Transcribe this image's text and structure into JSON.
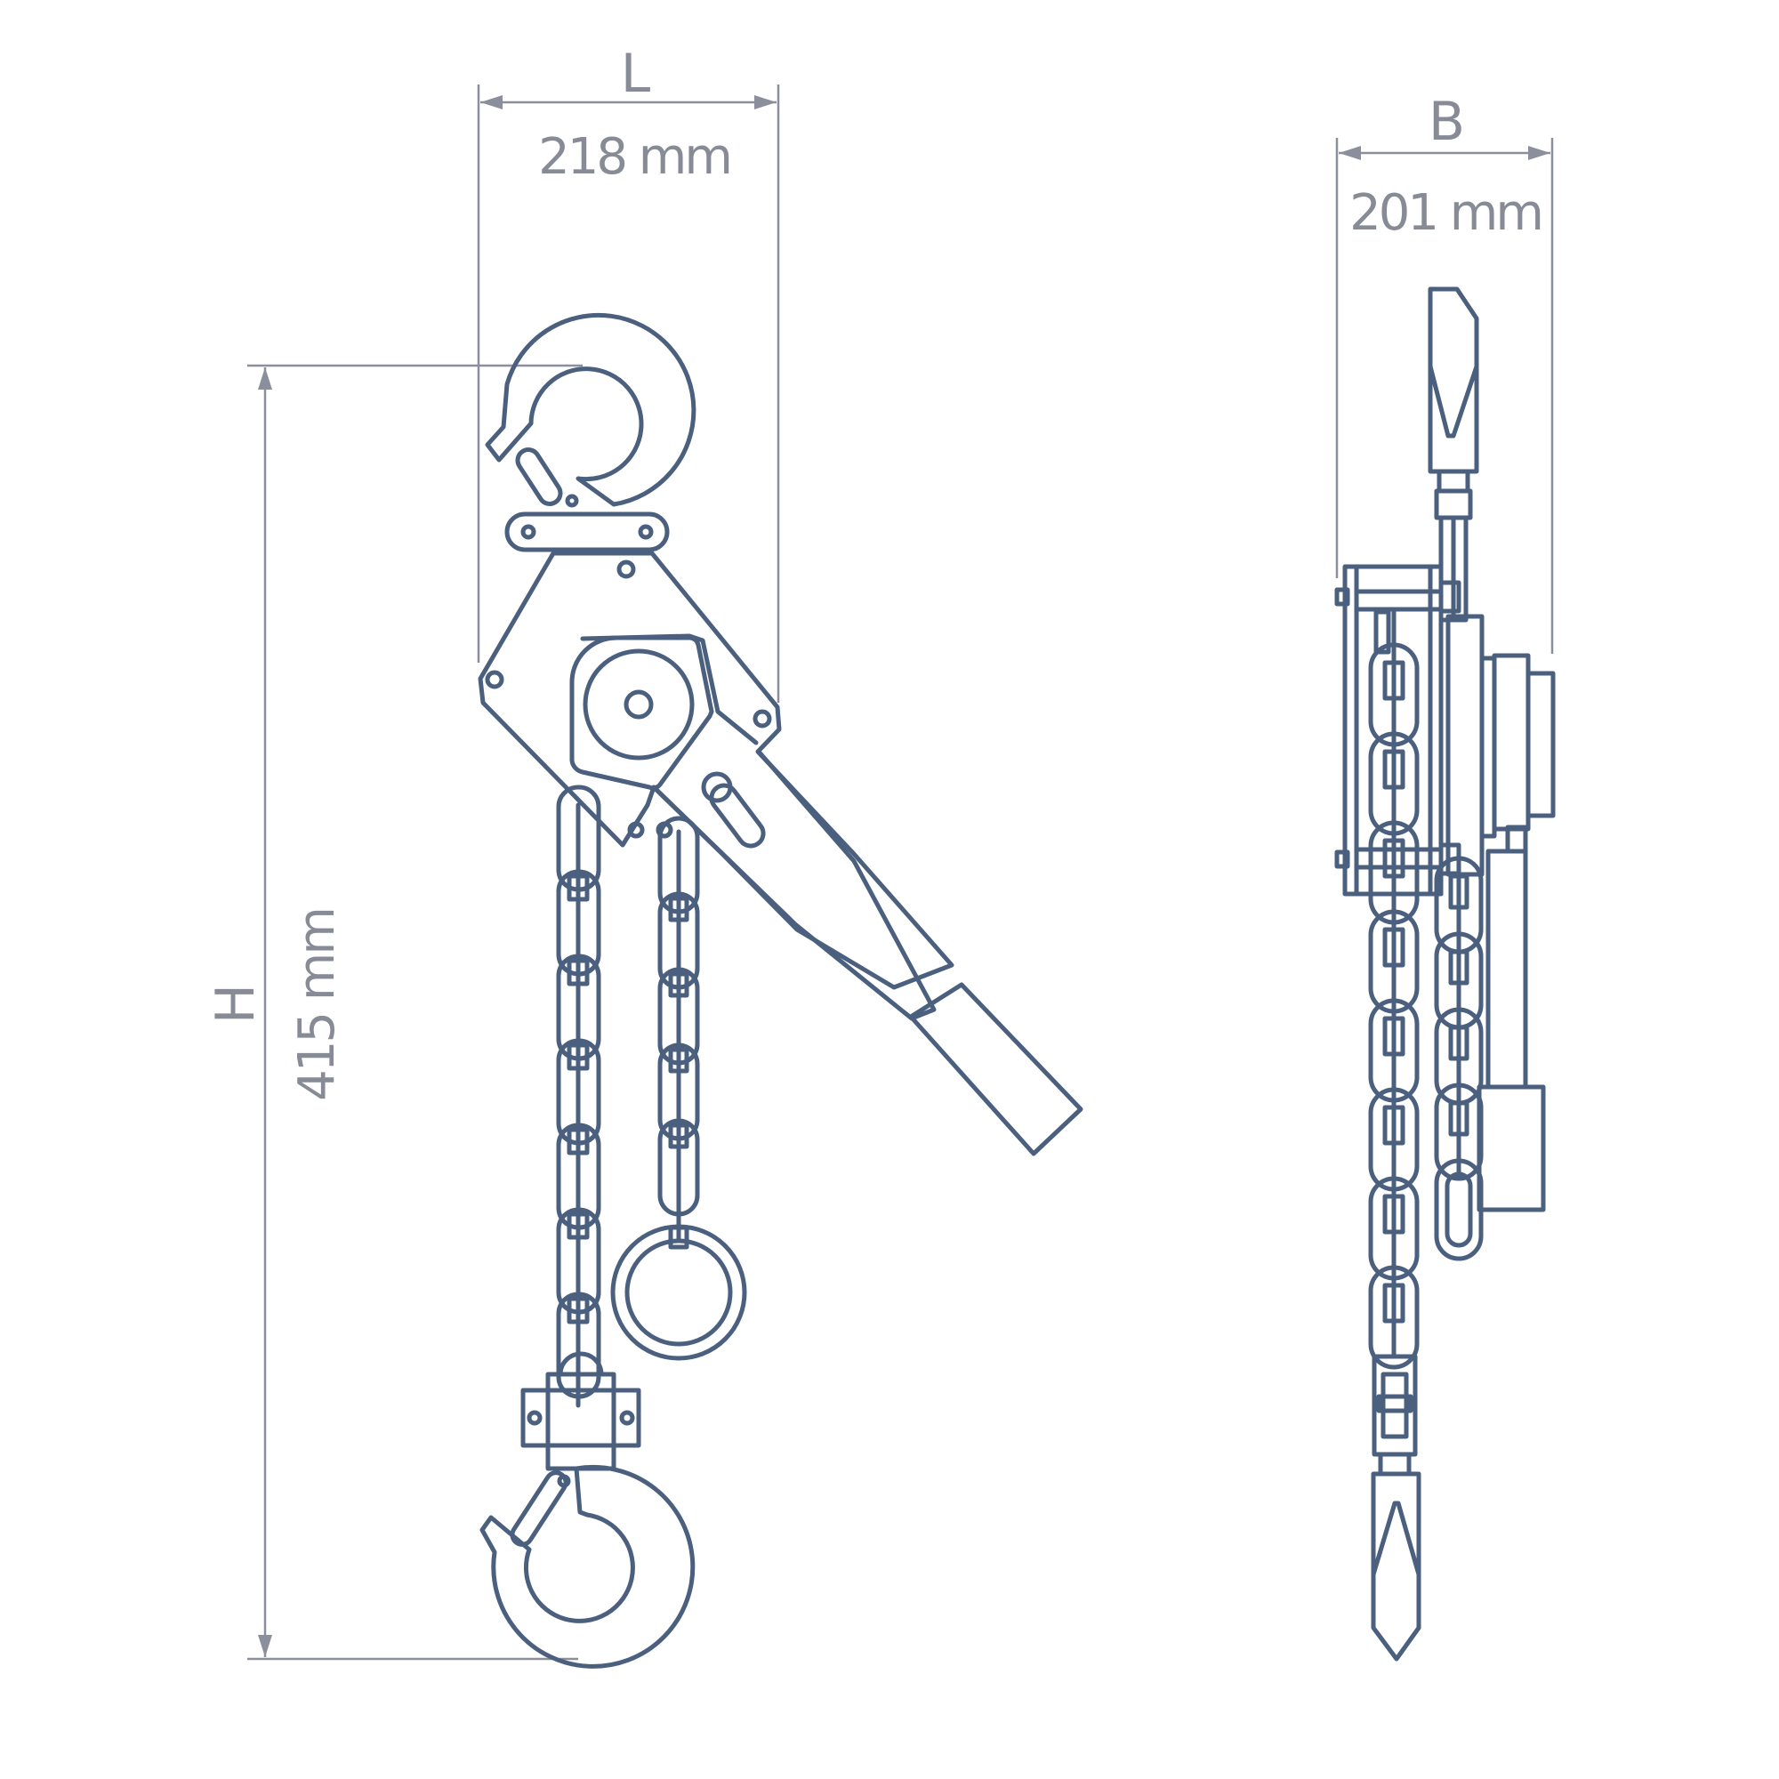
{
  "dimensions": {
    "length": {
      "letter": "L",
      "value": "218 mm"
    },
    "width": {
      "letter": "B",
      "value": "201 mm"
    },
    "height": {
      "letter": "H",
      "value": "415 mm"
    }
  },
  "colors": {
    "line": "#4b5f7e",
    "dimension": "#8a8f9b",
    "background": "#ffffff"
  }
}
